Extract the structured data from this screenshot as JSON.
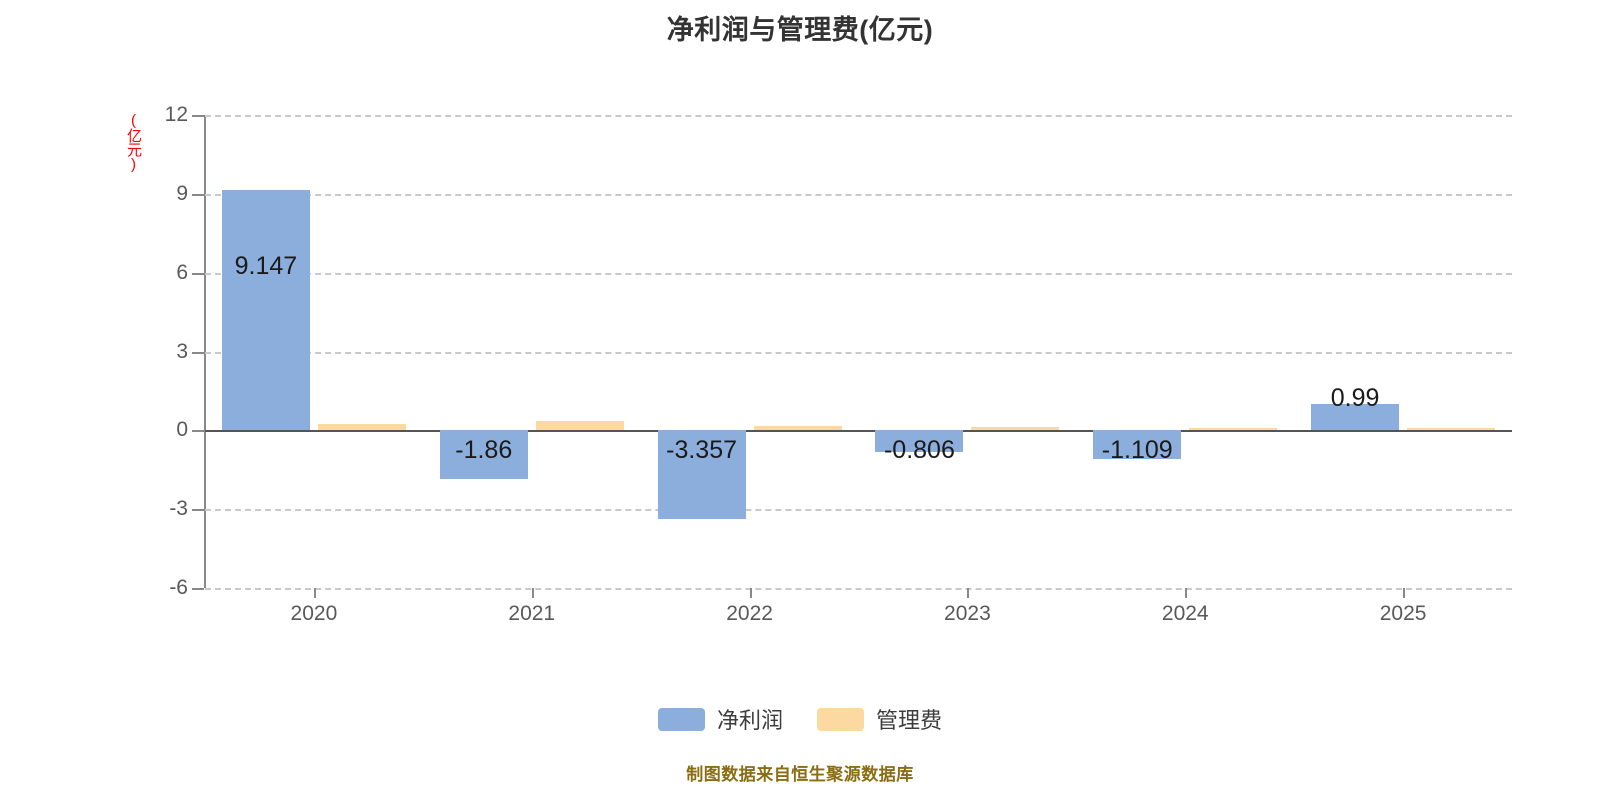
{
  "chart_data": {
    "type": "bar",
    "title": "净利润与管理费(亿元)",
    "xlabel": "",
    "ylabel": "(亿元)",
    "ylim": [
      -6,
      12
    ],
    "yticks": [
      12,
      9,
      6,
      3,
      0,
      -3,
      -6
    ],
    "ytick_labels": [
      "12",
      "9",
      "6",
      "3",
      "0",
      "-3",
      "-6"
    ],
    "grid": true,
    "legend_position": "bottom",
    "categories": [
      "2020",
      "2021",
      "2022",
      "2023",
      "2024",
      "2025"
    ],
    "series": [
      {
        "name": "净利润",
        "color": "#8CAEDC",
        "values": [
          9.147,
          -1.86,
          -3.357,
          -0.806,
          -1.109,
          0.99
        ],
        "labels": [
          "9.147",
          "-1.86",
          "-3.357",
          "-0.806",
          "-1.109",
          "0.99"
        ]
      },
      {
        "name": "管理费",
        "color": "#FCD9A0",
        "values": [
          0.26,
          0.34,
          0.15,
          0.12,
          0.1,
          0.07
        ],
        "labels": [
          "",
          "",
          "",
          "",
          "",
          ""
        ]
      }
    ],
    "footer": "制图数据来自恒生聚源数据库"
  },
  "axis": {
    "unit_label": "(亿元)",
    "unit_color": "#ff0000"
  },
  "legend": {
    "items": [
      {
        "label": "净利润",
        "color": "#8CAEDC"
      },
      {
        "label": "管理费",
        "color": "#FCD9A0"
      }
    ]
  }
}
